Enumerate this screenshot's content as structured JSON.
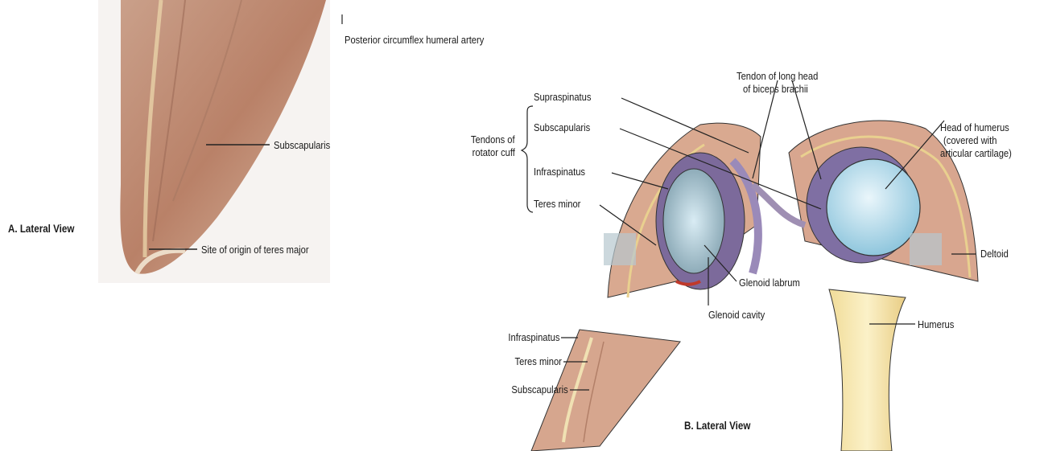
{
  "panel_a": {
    "view_title": "A. Lateral View",
    "labels": {
      "artery": "Posterior circumflex humeral artery",
      "subscapularis": "Subscapularis",
      "teres_major_site": "Site of origin of teres major"
    }
  },
  "panel_b": {
    "view_title": "B. Lateral View",
    "rotator_cuff_group": "Tendons of\nrotator cuff",
    "rotator_cuff_group_lines": [
      "Tendons of",
      "rotator cuff"
    ],
    "labels": {
      "supraspinatus": "Supraspinatus",
      "subscapularis_top": "Subscapularis",
      "infraspinatus_top": "Infraspinatus",
      "teres_minor_top": "Teres minor",
      "biceps_tendon_line1": "Tendon of long head",
      "biceps_tendon_line2": "of biceps brachii",
      "head_humerus_line1": "Head of humerus",
      "head_humerus_line2": "(covered with",
      "head_humerus_line3": "articular cartilage)",
      "deltoid": "Deltoid",
      "glenoid_labrum": "Glenoid labrum",
      "glenoid_cavity": "Glenoid cavity",
      "humerus": "Humerus",
      "infraspinatus_bottom": "Infraspinatus",
      "teres_minor_bottom": "Teres minor",
      "subscapularis_bottom": "Subscapularis"
    }
  },
  "colors": {
    "muscle": "#c98f75",
    "muscle_light": "#e3b7a2",
    "cartilage": "#bfe0ee",
    "labrum": "#7f6fa3",
    "bone": "#f2e3a8",
    "outline": "#2a2a2a"
  }
}
